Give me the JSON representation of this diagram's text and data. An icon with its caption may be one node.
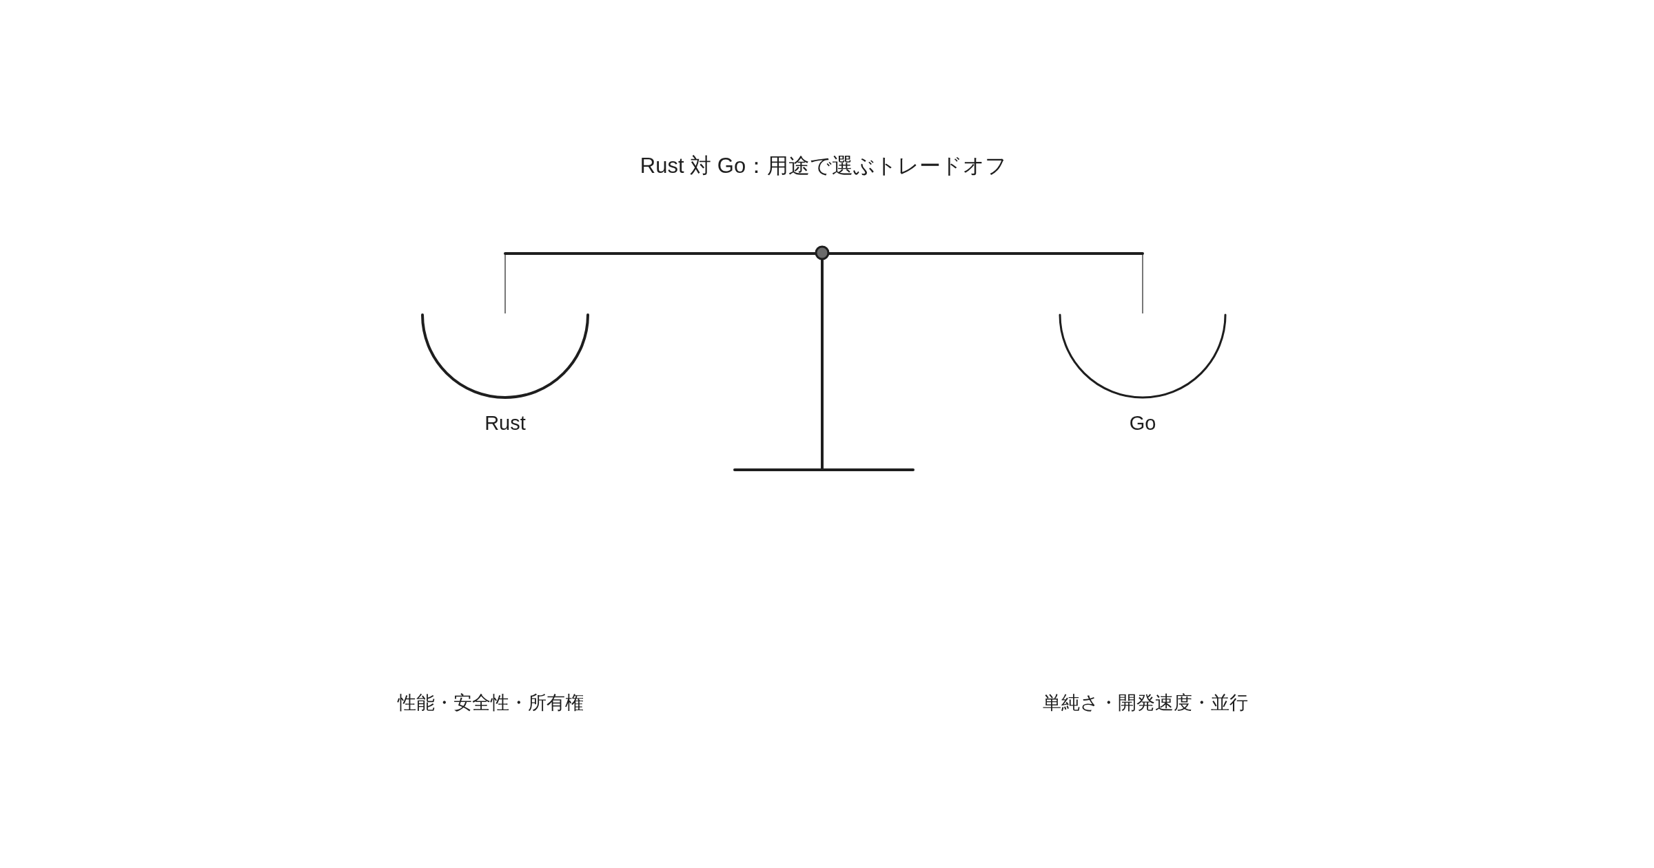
{
  "diagram": {
    "title": "Rust 対 Go：用途で選ぶトレードオフ",
    "nodes": [
      {
        "text": [
          "Rust"
        ]
      },
      {
        "text": [
          "Go"
        ]
      }
    ],
    "labels": [
      "性能・安全性・所有権",
      "単純さ・開発速度・並行"
    ]
  }
}
